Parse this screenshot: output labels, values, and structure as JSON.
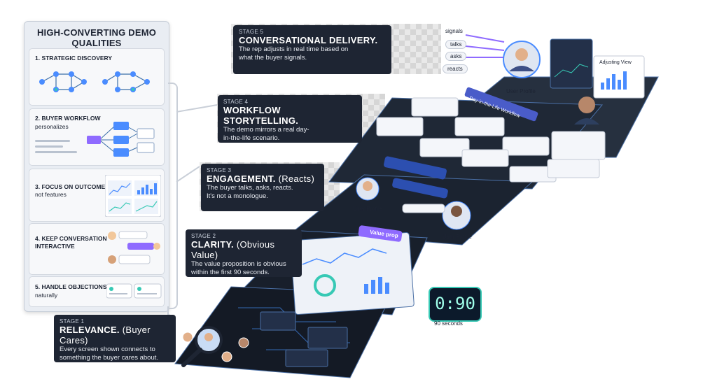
{
  "panel": {
    "title": "HIGH-CONVERTING DEMO QUALITIES",
    "items": [
      {
        "title": "1. STRATEGIC DISCOVERY",
        "sub": ""
      },
      {
        "title": "2. BUYER WORKFLOW",
        "sub": "personalizes"
      },
      {
        "title": "3. FOCUS ON OUTCOMES",
        "sub": "not features"
      },
      {
        "title": "4. KEEP CONVERSATION",
        "sub": "INTERACTIVE"
      },
      {
        "title": "5. HANDLE OBJECTIONS",
        "sub": "naturally"
      }
    ]
  },
  "stages": [
    {
      "label": "STAGE 1",
      "title": "RELEVANCE.",
      "paren": "(Buyer Cares)",
      "desc1": "Every screen shown connects to",
      "desc2": "something the buyer cares about."
    },
    {
      "label": "STAGE 2",
      "title": "CLARITY.",
      "paren": "(Obvious Value)",
      "desc1": "The value proposition is obvious",
      "desc2": "within the first 90 seconds."
    },
    {
      "label": "STAGE 3",
      "title": "ENGAGEMENT.",
      "paren": "(Reacts)",
      "desc1": "The buyer talks, asks, reacts.",
      "desc2": "It's not a monologue."
    },
    {
      "label": "STAGE 4",
      "title": "WORKFLOW STORYTELLING.",
      "paren": "",
      "desc1": "The demo mirrors a real day-",
      "desc2": "in-the-life scenario."
    },
    {
      "label": "STAGE 5",
      "title": "CONVERSATIONAL DELIVERY.",
      "paren": "",
      "desc1": "The rep adjusts in real time based on",
      "desc2": "what the buyer signals."
    }
  ],
  "signals": [
    "signals",
    "talks",
    "asks",
    "reacts"
  ],
  "graphics": {
    "user_profile": "User Profile",
    "adjusting_view": "Adjusting View",
    "workflow_banner": "Day-in-the-Life Workflow",
    "value_prop": "Value prop",
    "timer": "0:90",
    "timer_label": "90 seconds"
  },
  "colors": {
    "callout_bg": "#1e2533",
    "accent": "#4a8cff",
    "teal": "#37c9b5",
    "purple": "#8f6bff"
  }
}
